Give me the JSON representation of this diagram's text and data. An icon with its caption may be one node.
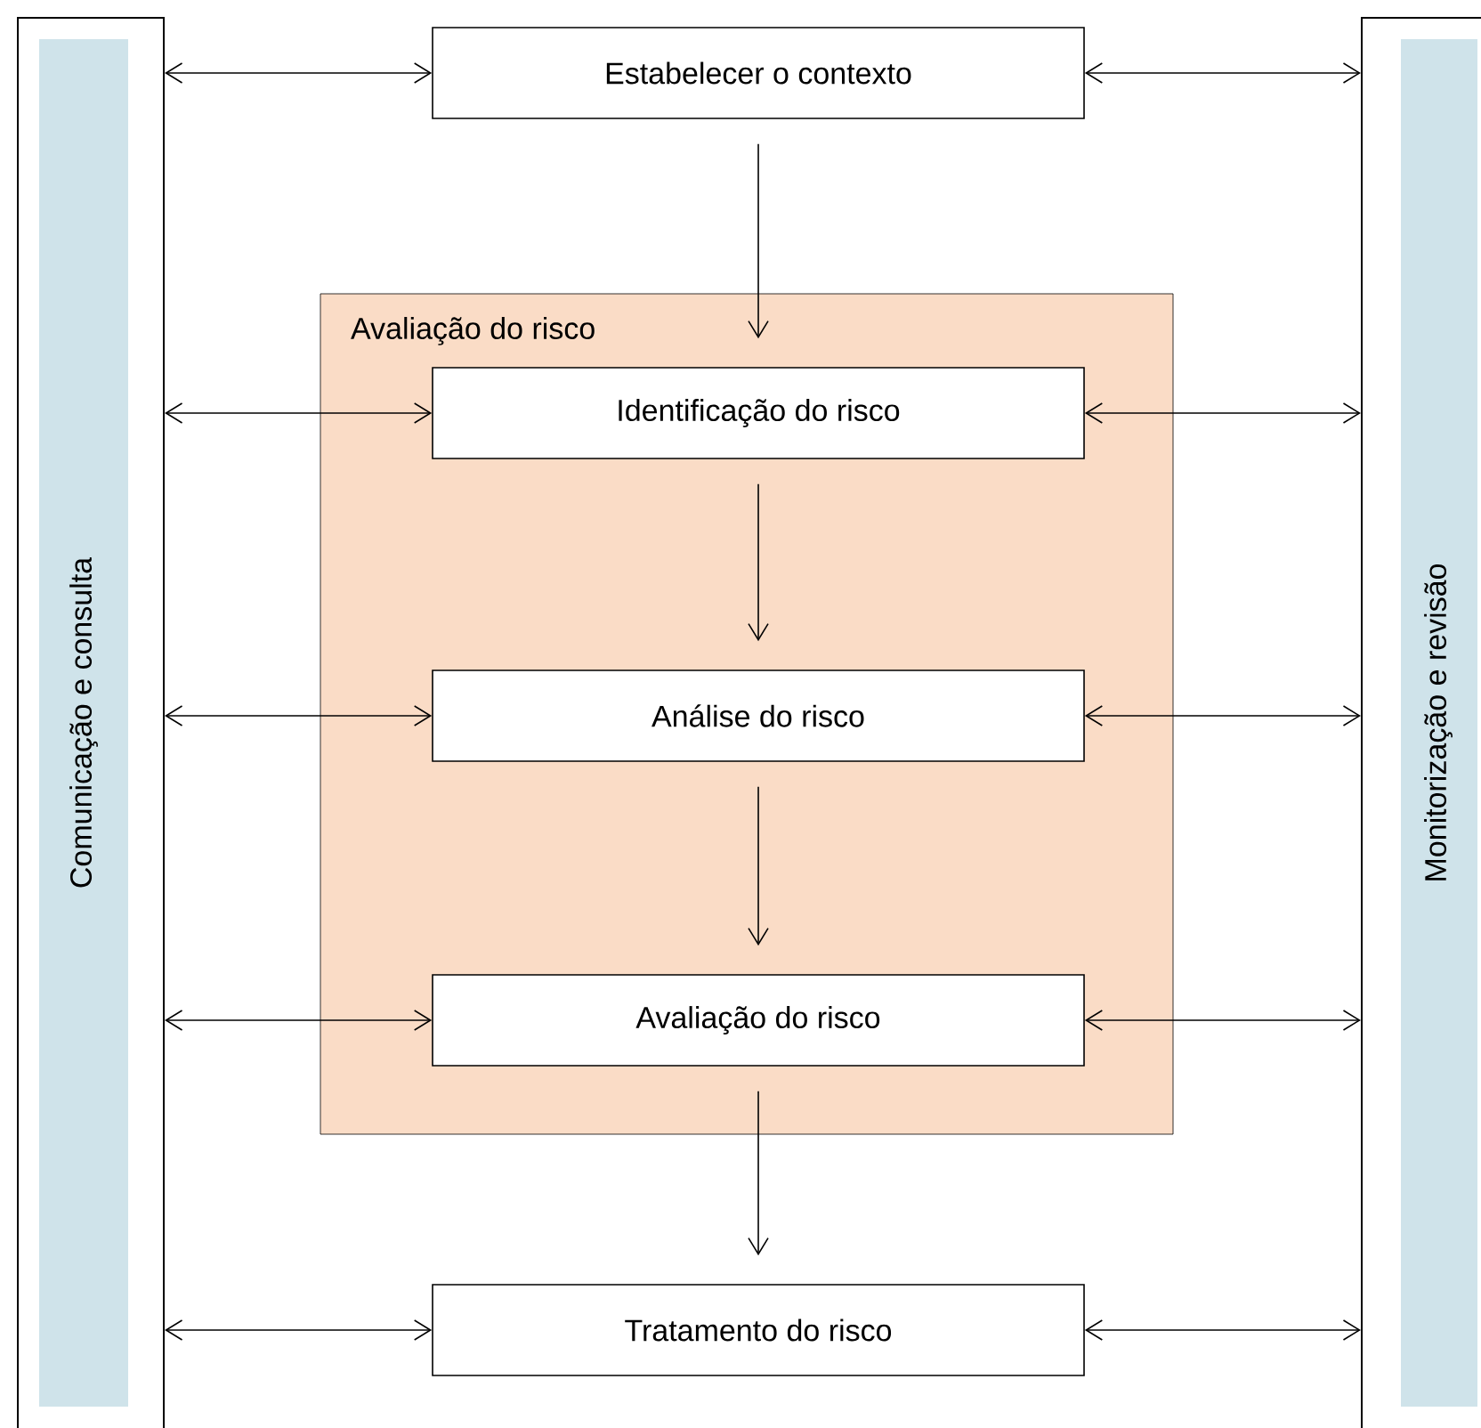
{
  "diagram": {
    "nodes": [
      {
        "text": [
          "Comunicação e consulta"
        ]
      },
      {
        "text": [
          "Monitorização e revisão"
        ]
      },
      {
        "text": [
          "Estabelecer o contexto"
        ]
      },
      {
        "text": [
          "Avaliação do risco"
        ]
      },
      {
        "text": [
          "Identificação do risco"
        ],
        "in": 3
      },
      {
        "text": [
          "Análise do risco"
        ],
        "in": 3
      },
      {
        "text": [
          "Avaliação do risco"
        ],
        "in": 3
      },
      {
        "text": [
          "Tratamento do risco"
        ]
      }
    ],
    "edges": [
      {
        "from": 0,
        "to": 2,
        "arrow": "both"
      },
      {
        "from": 2,
        "to": 1,
        "arrow": "both"
      },
      {
        "from": 2,
        "to": 4,
        "arrow": "to"
      },
      {
        "from": 0,
        "to": 4,
        "arrow": "both"
      },
      {
        "from": 4,
        "to": 1,
        "arrow": "both"
      },
      {
        "from": 4,
        "to": 5,
        "arrow": "to"
      },
      {
        "from": 0,
        "to": 5,
        "arrow": "both"
      },
      {
        "from": 5,
        "to": 1,
        "arrow": "both"
      },
      {
        "from": 5,
        "to": 6,
        "arrow": "to"
      },
      {
        "from": 0,
        "to": 6,
        "arrow": "both"
      },
      {
        "from": 6,
        "to": 1,
        "arrow": "both"
      },
      {
        "from": 6,
        "to": 7,
        "arrow": "to"
      },
      {
        "from": 0,
        "to": 7,
        "arrow": "both"
      },
      {
        "from": 7,
        "to": 1,
        "arrow": "both"
      }
    ]
  }
}
